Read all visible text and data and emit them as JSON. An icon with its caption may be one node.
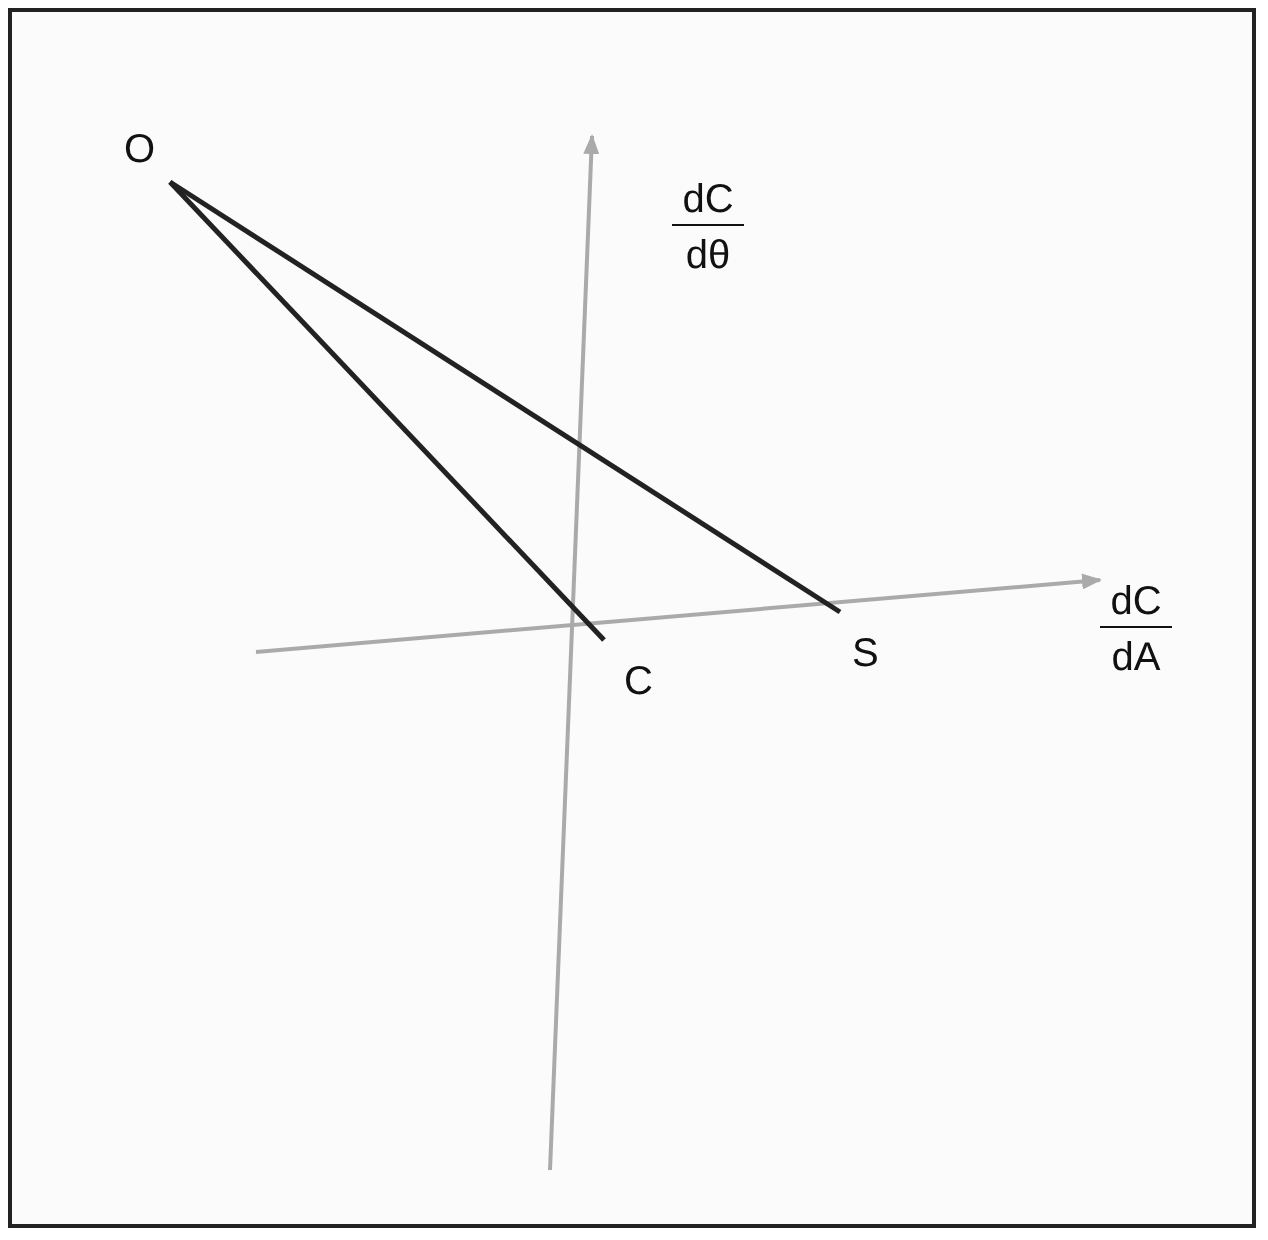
{
  "diagram": {
    "nodes": [
      {
        "text": [
          "O"
        ]
      },
      {
        "text": [
          "C"
        ]
      },
      {
        "text": [
          "S"
        ]
      }
    ],
    "edges": [
      {
        "from": 0,
        "to": 1,
        "arrow": "none"
      },
      {
        "from": 0,
        "to": 2,
        "arrow": "none"
      }
    ],
    "labels": [
      "dC",
      "dθ",
      "dC",
      "dA"
    ]
  }
}
